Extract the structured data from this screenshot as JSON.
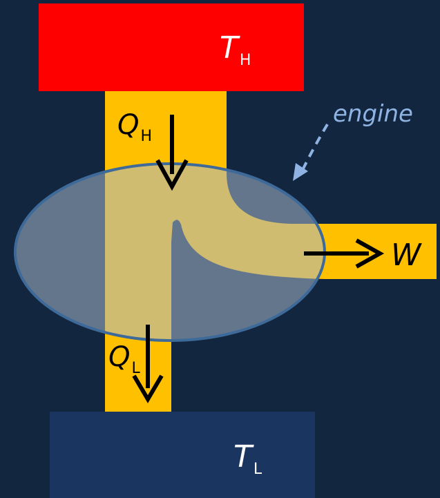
{
  "hot_reservoir": {
    "symbol": "T",
    "subscript": "H",
    "color": "#ff0000"
  },
  "cold_reservoir": {
    "symbol": "T",
    "subscript": "L",
    "color": "#1a3660"
  },
  "heat_in": {
    "symbol": "Q",
    "subscript": "H"
  },
  "heat_out": {
    "symbol": "Q",
    "subscript": "L"
  },
  "work": {
    "symbol": "W"
  },
  "engine": {
    "label": "engine"
  },
  "colors": {
    "background": "#13263f",
    "flow": "#ffc000",
    "engine_fill": "#8ea0b8",
    "engine_stroke": "#3e6a99",
    "engine_label": "#8fb4e3"
  }
}
